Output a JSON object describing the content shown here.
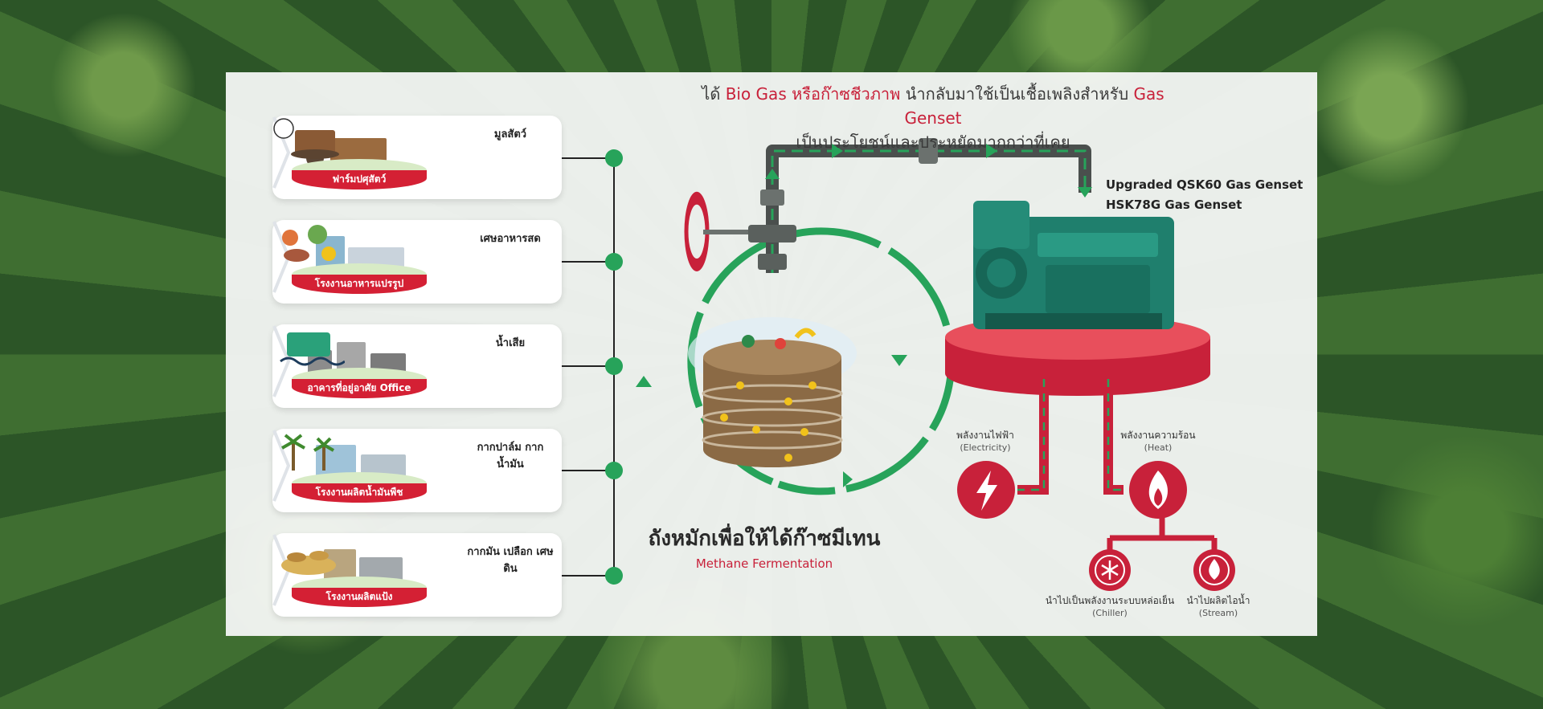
{
  "header": {
    "line1_prefix": "ได้",
    "line1_biogas": "Bio Gas หรือก๊าซชีวภาพ",
    "line1_mid": "นำกลับมาใช้เป็นเชื้อเพลิงสำหรับ",
    "line1_genset": "Gas Genset",
    "line2": "เป็นประโยชน์และประหยัดมากกว่าที่เคย"
  },
  "sources": [
    {
      "facility": "ฟาร์มปศุสัตว์",
      "waste": "มูลสัตว์"
    },
    {
      "facility": "โรงงานอาหารแปรรูป",
      "waste": "เศษอาหารสด"
    },
    {
      "facility": "อาคารที่อยู่อาศัย Office",
      "waste": "น้ำเสีย"
    },
    {
      "facility": "โรงงานผลิตน้ำมันพืช",
      "waste": "กากปาล์ม กากน้ำมัน"
    },
    {
      "facility": "โรงงานผลิตแป้ง",
      "waste": "กากมัน เปลือก เศษดิน"
    }
  ],
  "tank": {
    "title_th": "ถังหมักเพื่อให้ได้ก๊าซมีเทน",
    "title_en": "Methane Fermentation"
  },
  "genset": {
    "line1": "Upgraded QSK60 Gas Genset",
    "line2": "HSK78G Gas Genset"
  },
  "outputs": {
    "electricity_th": "พลังงานไฟฟ้า",
    "electricity_en": "(Electricity)",
    "heat_th": "พลังงานความร้อน",
    "heat_en": "(Heat)",
    "chiller_th": "นำไปเป็นพลังงานระบบหล่อเย็น",
    "chiller_en": "(Chiller)",
    "steam_th": "นำไปผลิตไอน้ำ",
    "steam_en": "(Stream)"
  },
  "colors": {
    "green": "#27a35a",
    "red": "#c8213a",
    "pipe": "#4a4f4d",
    "genset": "#1f7f6d"
  },
  "icons": [
    "lightning-icon",
    "flame-icon",
    "snowflake-icon",
    "water-drop-icon",
    "valve-wheel-icon"
  ]
}
